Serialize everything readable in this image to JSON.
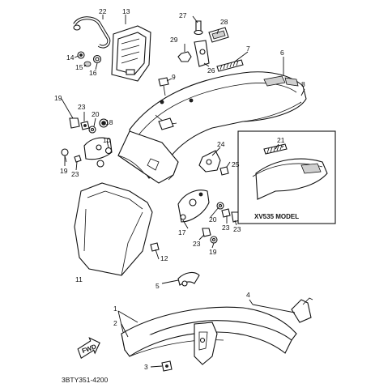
{
  "diagram_code": "3BTY351-4200",
  "inset_label": "XV535 MODEL",
  "fwd_label": "FWD",
  "callouts": {
    "c1": "1",
    "c2": "2",
    "c3": "3",
    "c4": "4",
    "c5": "5",
    "c6": "6",
    "c7": "7",
    "c8": "8",
    "c9": "9",
    "c10": "10",
    "c11": "11",
    "c12": "12",
    "c13": "13",
    "c14": "14",
    "c15": "15",
    "c16": "16",
    "c17": "17",
    "c18": "18",
    "c19a": "19",
    "c19b": "19",
    "c19c": "19",
    "c20a": "20",
    "c20b": "20",
    "c21": "21",
    "c22": "22",
    "c23a": "23",
    "c23b": "23",
    "c23c": "23",
    "c23d": "23",
    "c24": "24",
    "c25": "25",
    "c26": "26",
    "c27": "27",
    "c28": "28",
    "c29": "29"
  }
}
